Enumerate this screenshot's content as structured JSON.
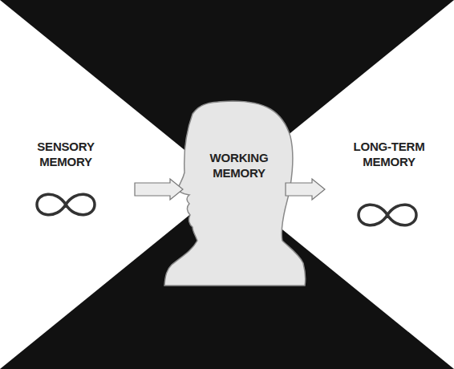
{
  "diagram": {
    "nodes": [
      {
        "text": [
          "SENSORY MEMORY"
        ]
      },
      {
        "text": [
          "WORKING MEMORY"
        ]
      },
      {
        "text": [
          "LONG-TERM MEMORY"
        ]
      }
    ],
    "edges": [
      {
        "from": 0,
        "to": 1,
        "arrow": "to"
      },
      {
        "from": 1,
        "to": 2,
        "arrow": "to"
      }
    ]
  }
}
